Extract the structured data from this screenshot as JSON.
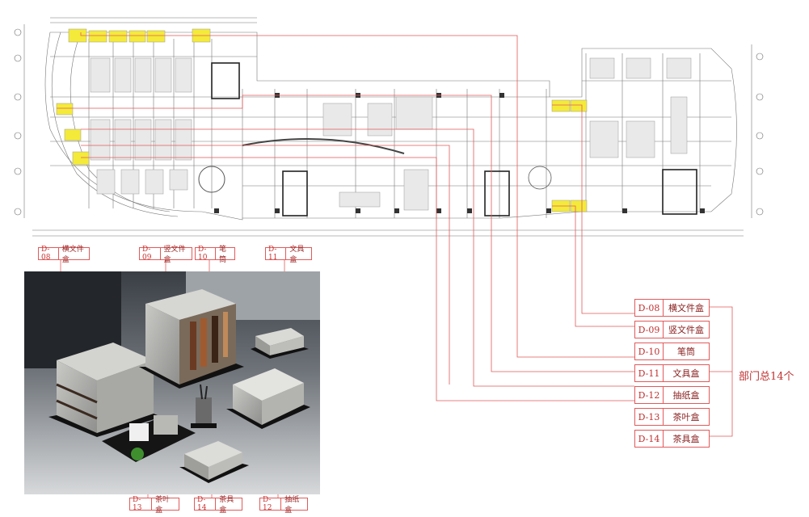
{
  "photo_tags": [
    {
      "code": "D-08",
      "name": "横文件盒"
    },
    {
      "code": "D-09",
      "name": "竖文件盒"
    },
    {
      "code": "D-10",
      "name": "笔筒"
    },
    {
      "code": "D-11",
      "name": "文具盒"
    },
    {
      "code": "D-13",
      "name": "茶叶盒"
    },
    {
      "code": "D-14",
      "name": "茶具盒"
    },
    {
      "code": "D-12",
      "name": "抽纸盒"
    }
  ],
  "legend": [
    {
      "code": "D-08",
      "name": "横文件盒"
    },
    {
      "code": "D-09",
      "name": "竖文件盒"
    },
    {
      "code": "D-10",
      "name": "笔筒"
    },
    {
      "code": "D-11",
      "name": "文具盒"
    },
    {
      "code": "D-12",
      "name": "抽纸盒"
    },
    {
      "code": "D-13",
      "name": "茶叶盒"
    },
    {
      "code": "D-14",
      "name": "茶具盒"
    }
  ],
  "total_label": "部门总14个",
  "colors": {
    "accent": "#e25a5a",
    "highlight": "#f4ea3a",
    "line": "#555555"
  }
}
